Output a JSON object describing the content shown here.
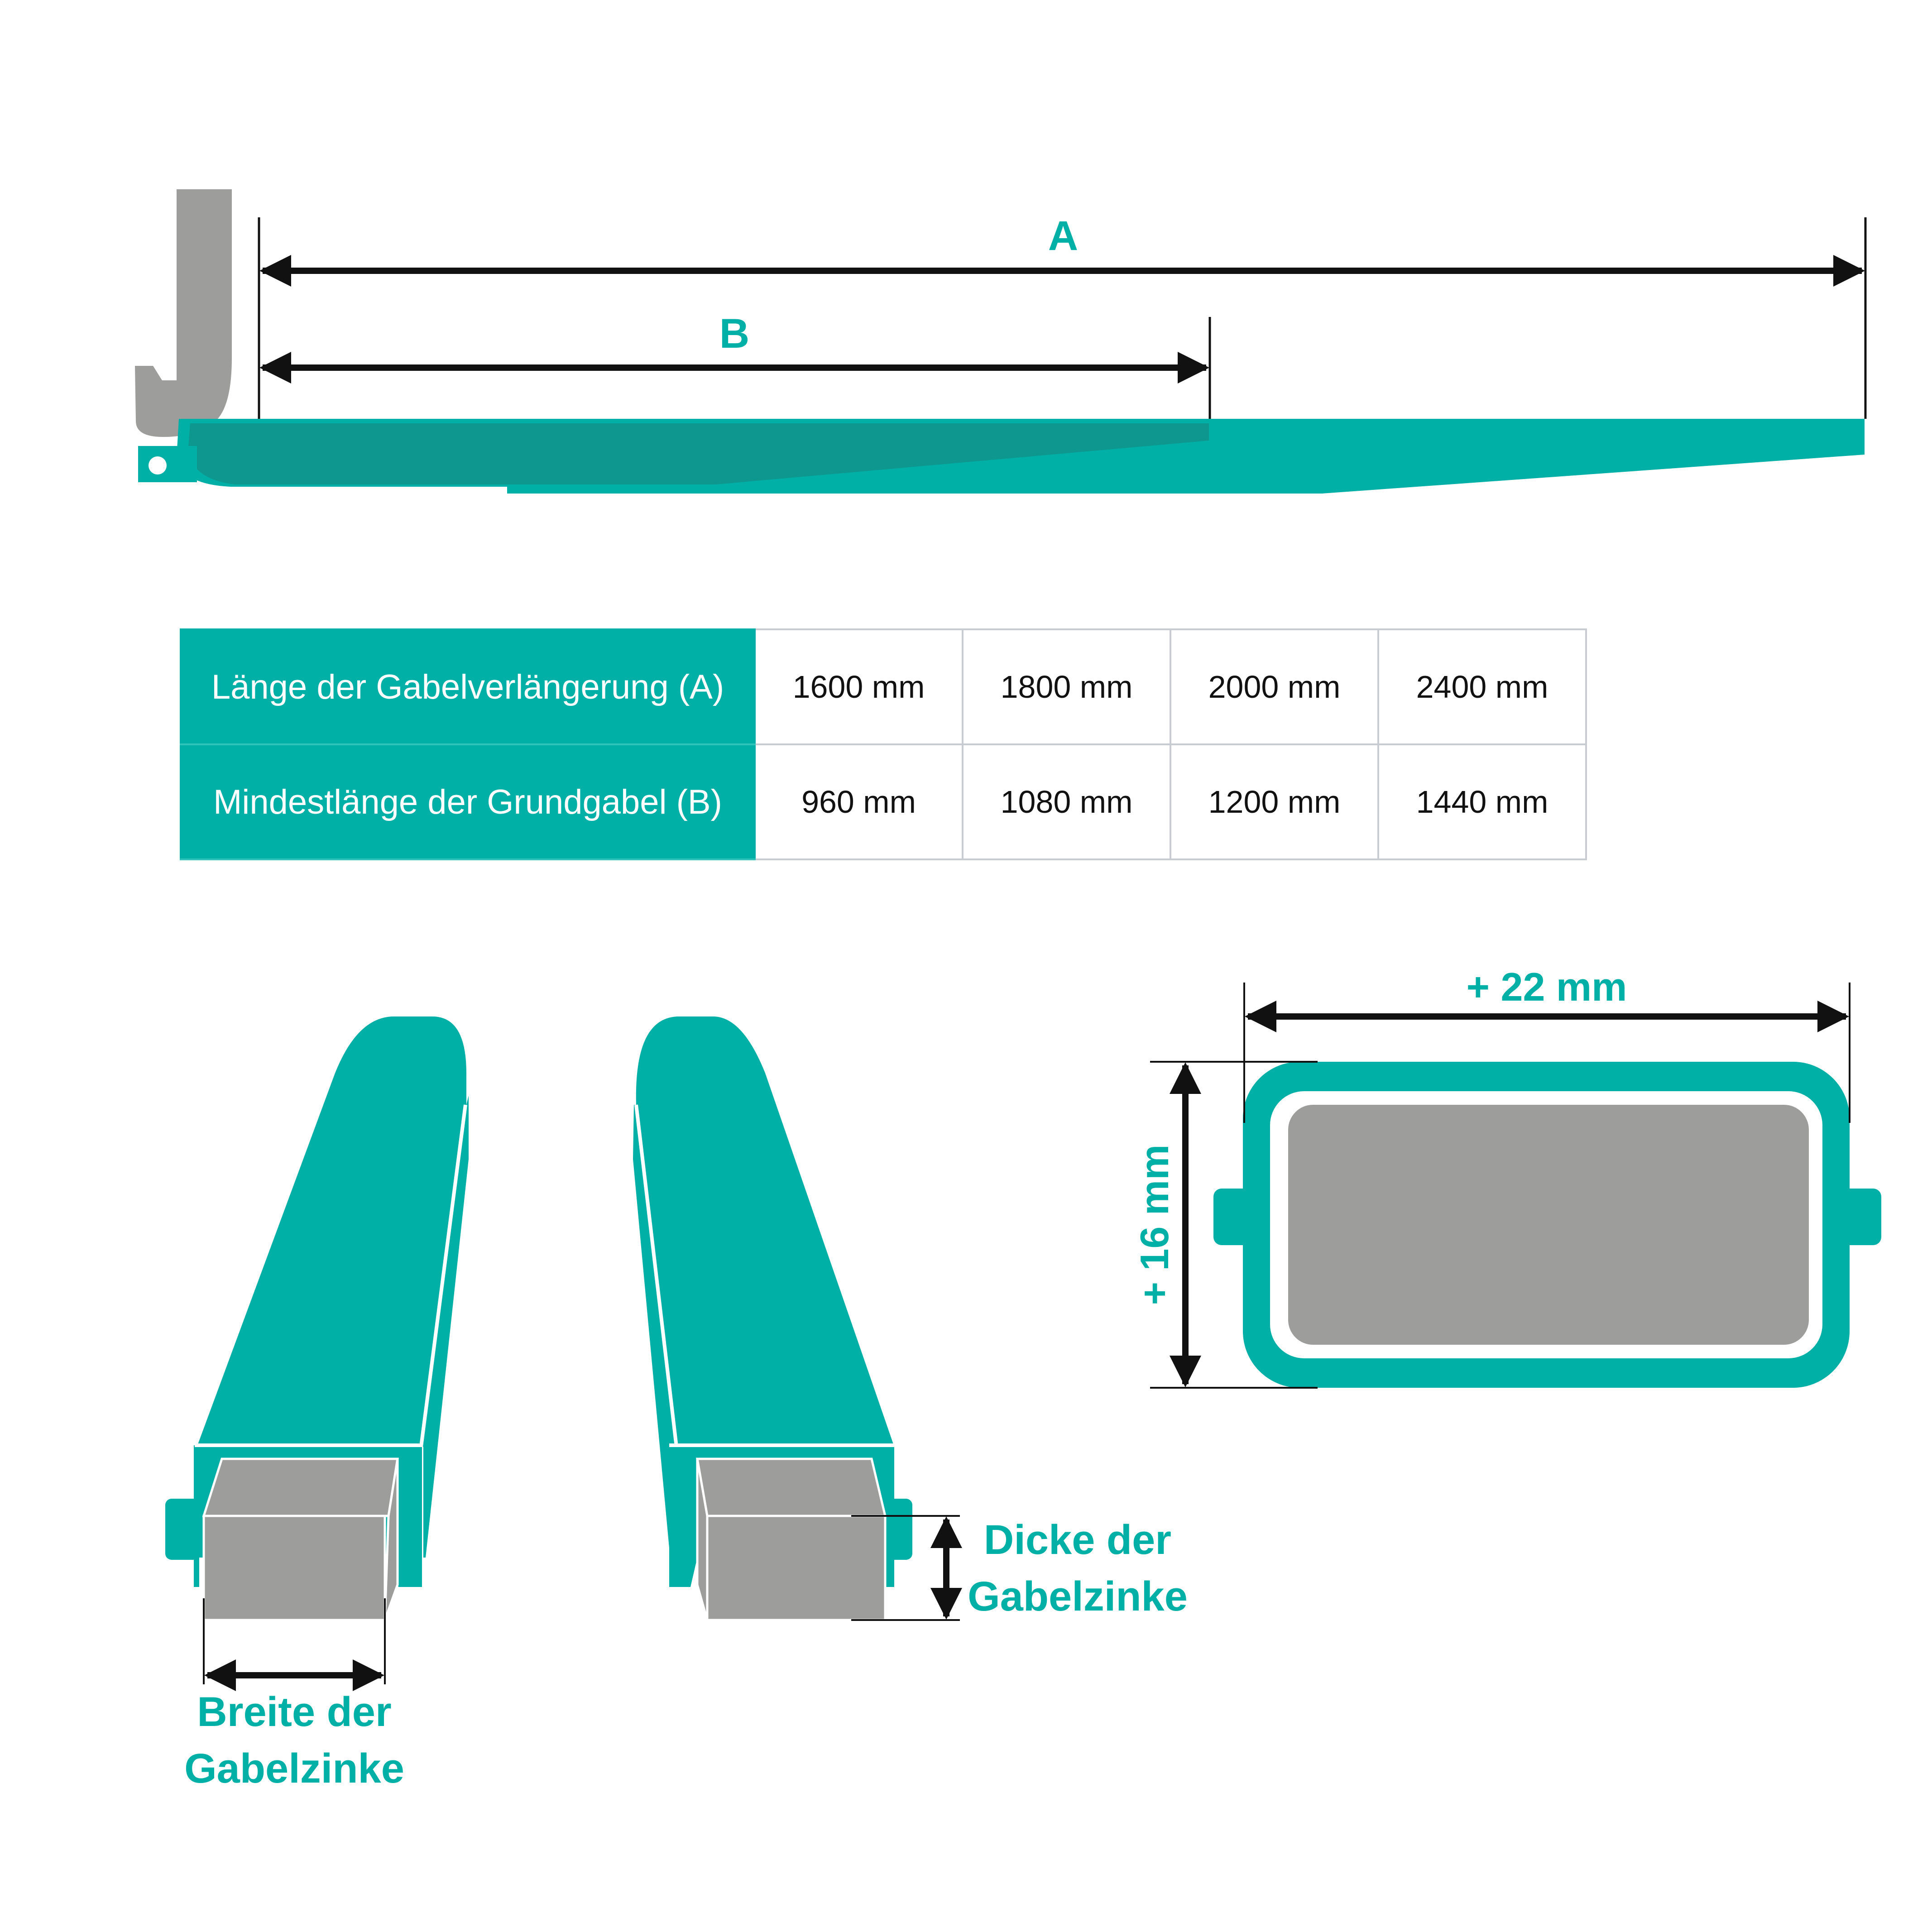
{
  "dimensions": {
    "a_label": "A",
    "b_label": "B",
    "width_tolerance": "+ 22 mm",
    "height_tolerance": "+ 16 mm",
    "tine_width_label_line1": "Breite der",
    "tine_width_label_line2": "Gabelzinke",
    "tine_thickness_label_line1": "Dicke der",
    "tine_thickness_label_line2": "Gabelzinke"
  },
  "table": {
    "rows": [
      {
        "header": "Länge der Gabelverlängerung (A)",
        "values": [
          "1600 mm",
          "1800 mm",
          "2000 mm",
          "2400 mm"
        ]
      },
      {
        "header": "Mindestlänge der Grundgabel (B)",
        "values": [
          "960 mm",
          "1080 mm",
          "1200 mm",
          "1440 mm"
        ]
      }
    ]
  },
  "colors": {
    "teal": "#00afa5",
    "teal_dark": "#0e978e",
    "gray": "#9d9d9c",
    "line": "#111111"
  }
}
